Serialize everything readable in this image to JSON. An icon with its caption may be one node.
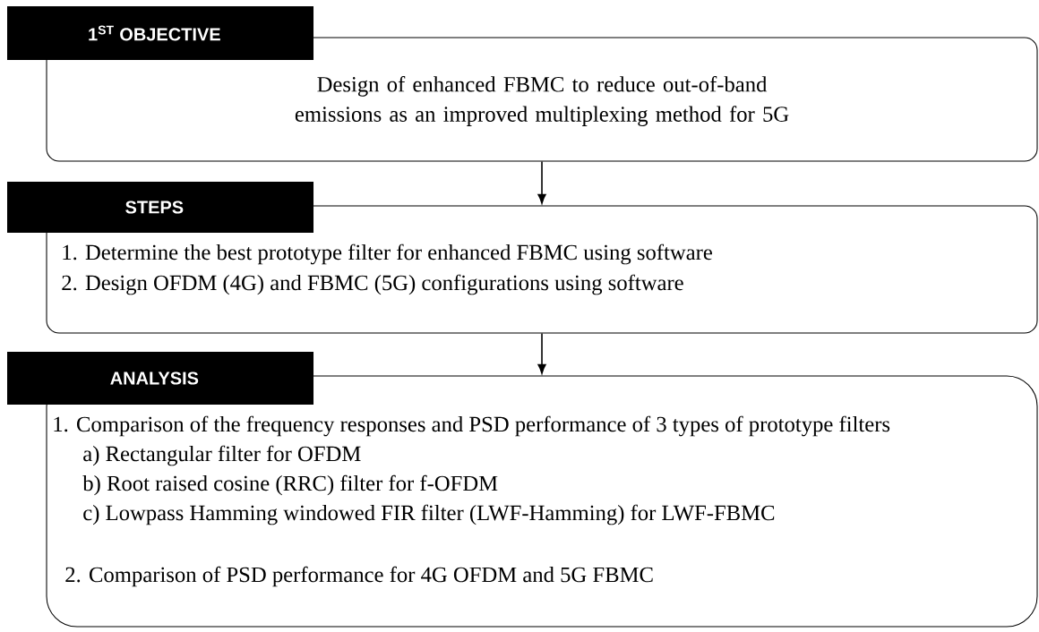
{
  "diagram": {
    "nodes": [
      {
        "text": [
          "1$^{ST}$ OBJECTIVE"
        ]
      },
      {
        "text": [
          "Design of enhanced FBMC to reduce out-of-band emissions as an improved multiplexing method for 5G"
        ]
      },
      {
        "text": [
          "STEPS"
        ]
      },
      {
        "text": [
          "1. Determine the best prototype filter for enhanced FBMC using software",
          "2. Design OFDM (4G) and FBMC (5G) configurations using software"
        ]
      },
      {
        "text": [
          "ANALYSIS"
        ]
      },
      {
        "text": [
          "1. Comparison of the frequency responses and PSD performance of 3 types of prototype filters",
          "a)  Rectangular filter for OFDM",
          "b)  Root raised cosine (RRC) filter for f-OFDM",
          "c)  Lowpass Hamming windowed FIR filter (LWF-Hamming) for LWF-FBMC",
          "2. Comparison of PSD performance for 4G OFDM and 5G FBMC"
        ]
      }
    ],
    "edges": [
      {
        "from": 1,
        "to": 3,
        "arrow": "to"
      },
      {
        "from": 3,
        "to": 5,
        "arrow": "to"
      }
    ]
  }
}
